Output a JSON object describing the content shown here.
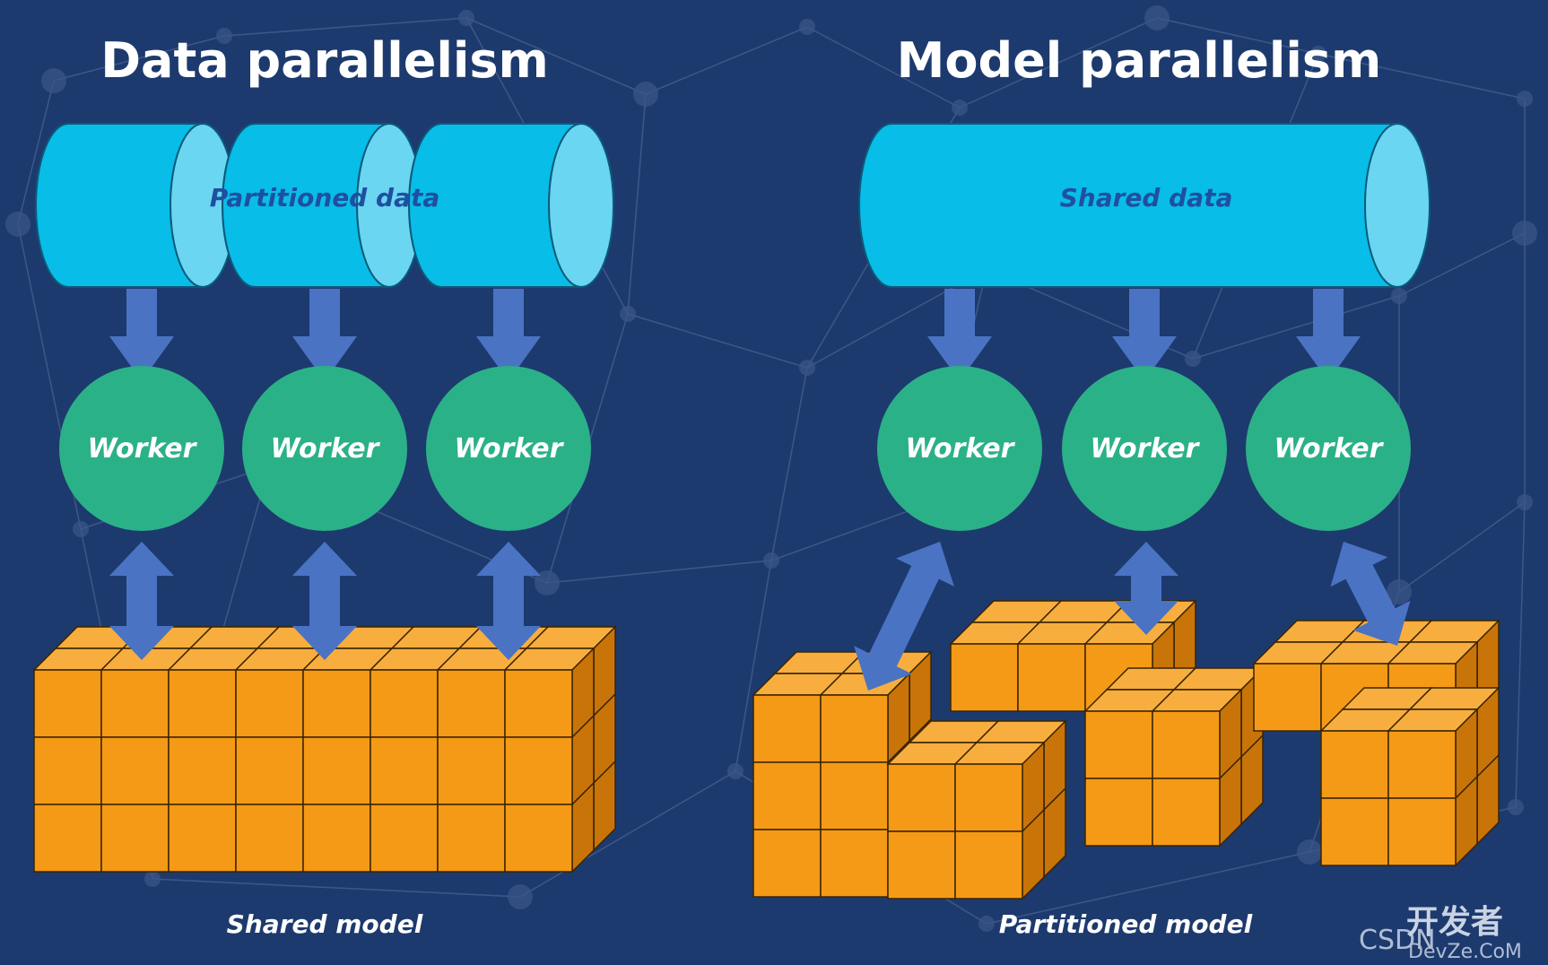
{
  "left": {
    "title": "Data parallelism",
    "data_label": "Partitioned data",
    "workers": [
      "Worker",
      "Worker",
      "Worker"
    ],
    "model_label": "Shared model"
  },
  "right": {
    "title": "Model parallelism",
    "data_label": "Shared data",
    "workers": [
      "Worker",
      "Worker",
      "Worker"
    ],
    "model_label": "Partitioned model"
  },
  "watermark": {
    "latin": "CSDN",
    "cjk": "开发者",
    "site": "DevZe.CoM"
  },
  "colors": {
    "background": "#1d3a6e",
    "cylinder": "#08bde8",
    "cylinder_cap": "#6ad6f2",
    "worker": "#2bb187",
    "arrow": "#4a73c4",
    "cube_front": "#f59a16",
    "cube_top": "#f7ae3e",
    "cube_side": "#c97408",
    "cube_edge": "#3a2400"
  }
}
